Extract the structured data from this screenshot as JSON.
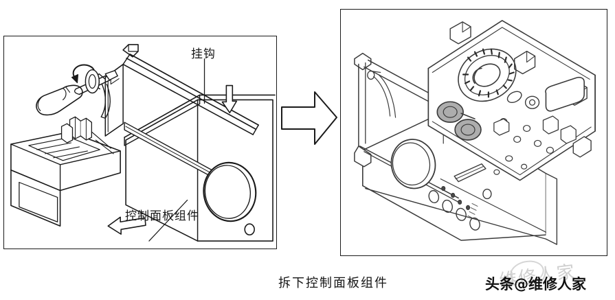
{
  "document": {
    "type": "service-manual-illustration",
    "subject": "washing machine control panel removal",
    "caption": "拆下控制面板组件",
    "background_color": "#ffffff",
    "ink_color": "#1a1a1a"
  },
  "figures": {
    "left": {
      "name": "before-removal",
      "border_color": "#1a1a1a",
      "labels": [
        {
          "id": "hook",
          "text": "挂钩"
        },
        {
          "id": "panel_assembly",
          "text": "控制面板组件"
        }
      ],
      "callouts": [
        {
          "id": "screwdriver-rotation",
          "icon": "curved-rotation-arrow"
        },
        {
          "id": "panel-push-down",
          "icon": "down-arrow"
        },
        {
          "id": "panel-pull-out",
          "icon": "left-arrow"
        }
      ],
      "parts": [
        "screwdriver",
        "detergent-drawer",
        "control-panel",
        "washer-door",
        "washer-cabinet",
        "hook-bracket",
        "retaining-screw"
      ]
    },
    "transition": {
      "name": "process-arrow",
      "icon": "right-arrow-outline",
      "direction": "right"
    },
    "right": {
      "name": "after-removal",
      "border_color": "#1a1a1a",
      "parts": [
        "control-panel-front",
        "control-board-assembly",
        "program-selector-dial",
        "rotary-knob-a",
        "rotary-knob-b",
        "push-buttons",
        "led-display-window",
        "mounting-clips",
        "washer-door",
        "washer-cabinet"
      ]
    }
  },
  "watermark": {
    "text": "头条@维修人家",
    "ghost_text": "维修人家",
    "color": "#111111",
    "ghost_color": "#cfcfcf"
  }
}
